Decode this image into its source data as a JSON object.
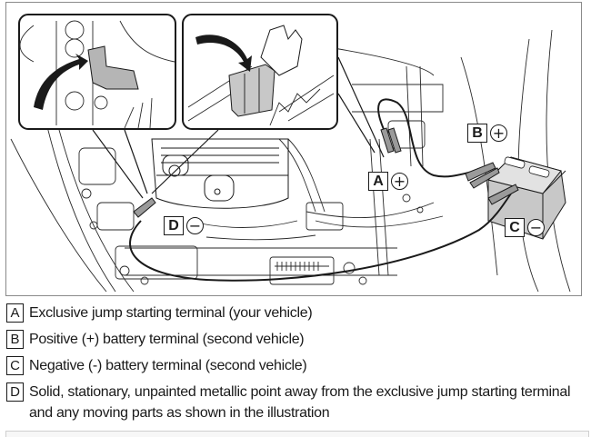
{
  "figure": {
    "description": "Engine compartment illustration showing jump starting cable connections",
    "inset_left": "Exclusive jump starting terminal cover location (arrow)",
    "inset_right": "Terminal cover opened (arrow)",
    "callouts": [
      {
        "key": "A",
        "sign": "+",
        "sign_icon": "plus-circle-icon"
      },
      {
        "key": "B",
        "sign": "+",
        "sign_icon": "plus-circle-icon"
      },
      {
        "key": "C",
        "sign": "−",
        "sign_icon": "minus-circle-icon"
      },
      {
        "key": "D",
        "sign": "−",
        "sign_icon": "minus-circle-icon"
      }
    ]
  },
  "legend": {
    "items": [
      {
        "key": "A",
        "text": "Exclusive jump starting terminal (your vehicle)"
      },
      {
        "key": "B",
        "text": "Positive (+) battery terminal (second vehicle)"
      },
      {
        "key": "C",
        "text": "Negative (-) battery terminal (second vehicle)"
      },
      {
        "key": "D",
        "text": "Solid, stationary, unpainted metallic point away from the exclusive jump starting terminal and any moving parts as shown in the illustration"
      }
    ]
  },
  "colors": {
    "line": "#1a1a1a",
    "battery_fill": "#c8c8c8",
    "cover_fill": "#b5b5b5",
    "border": "#8a8a8a"
  }
}
